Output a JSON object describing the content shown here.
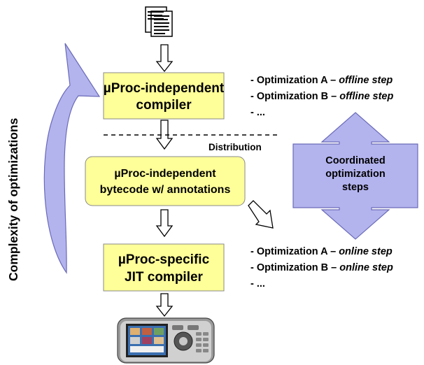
{
  "boxes": {
    "compiler_line1": "µProc-independent",
    "compiler_line2": "compiler",
    "bytecode_line1": "µProc-independent",
    "bytecode_line2": "bytecode w/ annotations",
    "jit_line1": "µProc-specific",
    "jit_line2": "JIT compiler"
  },
  "distribution_label": "Distribution",
  "side_label": "Complexity of optimizations",
  "offline_list": [
    {
      "prefix": "- Optimization A – ",
      "step": "offline step"
    },
    {
      "prefix": "- Optimization B – ",
      "step": "offline step"
    },
    {
      "prefix": "- ...",
      "step": ""
    }
  ],
  "online_list": [
    {
      "prefix": "- Optimization A – ",
      "step": "online step"
    },
    {
      "prefix": "- Optimization B – ",
      "step": "online step"
    },
    {
      "prefix": "- ...",
      "step": ""
    }
  ],
  "coordinated": {
    "line1": "Coordinated",
    "line2": "optimization",
    "line3": "steps"
  },
  "icons": [
    "documents-icon",
    "mobile-phone-icon"
  ],
  "colors": {
    "box_fill": "#ffff99",
    "box_stroke": "#888888",
    "arrow_fill": "#b3b3ee",
    "arrow_stroke": "#6a6ab8"
  }
}
